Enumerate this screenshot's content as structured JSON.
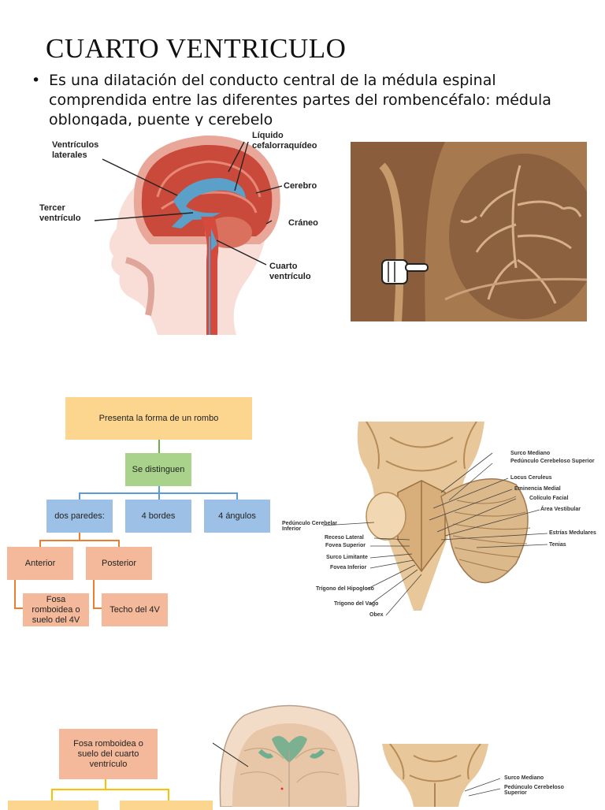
{
  "title": "CUARTO VENTRICULO",
  "bullet": "Es una dilatación del conducto central de la médula espinal comprendida entre las diferentes partes del rombencéfalo: médula oblongada, puente y cerebelo",
  "figure1_labels": {
    "ventriculos": "Ventrículos\nlaterales",
    "liquido": "Líquido\ncefalorraquídeo",
    "cerebro": "Cerebro",
    "tercer": "Tercer\nventrículo",
    "craneo": "Cráneo",
    "cuarto": "Cuarto\nventrículo"
  },
  "diagram1": {
    "root": "Presenta la forma de un rombo",
    "level2": "Se distinguen",
    "level3": [
      "dos paredes:",
      "4 bordes",
      "4 ángulos"
    ],
    "level4": [
      "Anterior",
      "Posterior"
    ],
    "level5": [
      "Fosa romboidea o suelo del 4V",
      "Techo del 4V"
    ]
  },
  "figure3_labels": {
    "right": [
      "Surco Mediano",
      "Pedúnculo Cerebeloso Superior",
      "Locus Ceruleus",
      "Eminencia Medial",
      "Colículo Facial",
      "Área Vestibular",
      "Estrías Medulares",
      "Tenias"
    ],
    "left": [
      "Pedúnculo Cerebelar Inferior",
      "Receso Lateral",
      "Fovea Superior",
      "Surco Limitante",
      "Fovea Inferior",
      "Trígono del Hipogloso",
      "Trígono del Vago",
      "Obex"
    ]
  },
  "diagram2": {
    "root": "Fosa romboidea o suelo del cuarto ventrículo"
  },
  "figure5_labels": [
    "Surco Mediano",
    "Pedúnculo Cerebeloso Superior"
  ],
  "colors": {
    "orange_box": "#fcd58e",
    "green_box": "#a9d38b",
    "blue_box": "#9dc1e6",
    "salmon_box": "#f4b99b"
  }
}
